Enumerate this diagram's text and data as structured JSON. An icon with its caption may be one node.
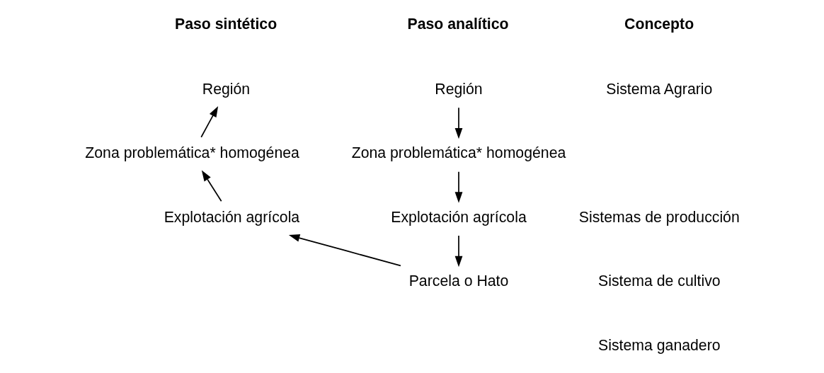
{
  "diagram": {
    "nodes": [
      {
        "text": [
          "Región"
        ]
      },
      {
        "text": [
          "Zona problemática* homogénea"
        ]
      },
      {
        "text": [
          "Explotación agrícola"
        ]
      },
      {
        "text": [
          "Parcela o Hato"
        ]
      },
      {
        "text": [
          "Explotación agrícola"
        ]
      },
      {
        "text": [
          "Zona problemática* homogénea"
        ]
      },
      {
        "text": [
          "Región"
        ]
      }
    ],
    "edges": [
      {
        "from": 0,
        "to": 1,
        "arrow": "to"
      },
      {
        "from": 1,
        "to": 2,
        "arrow": "to"
      },
      {
        "from": 2,
        "to": 3,
        "arrow": "to"
      },
      {
        "from": 3,
        "to": 4,
        "arrow": "to"
      },
      {
        "from": 4,
        "to": 5,
        "arrow": "to"
      },
      {
        "from": 5,
        "to": 6,
        "arrow": "to"
      }
    ],
    "labels": [
      "Concepto",
      "Paso analítico",
      "Paso sintético",
      "Sistema Agrario",
      "Sistemas de producción",
      "Sistema de cultivo",
      "Sistema ganadero"
    ]
  }
}
